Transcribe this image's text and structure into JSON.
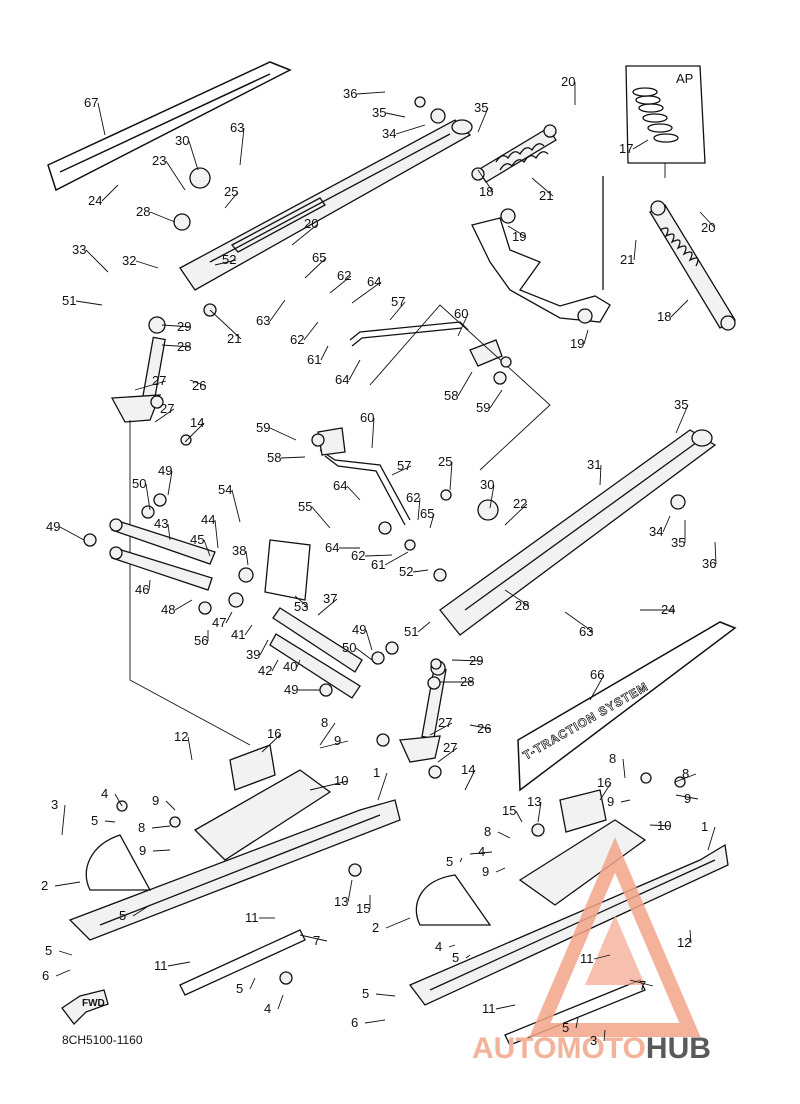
{
  "diagram": {
    "catalog_code": "8CH5100-1160",
    "inset_label": "AP",
    "decal_text": "T-TRACTION SYSTEM",
    "fwd_label": "FWD",
    "watermark": {
      "part1": "AUTO",
      "part2": "MOTO",
      "part3": "HUB"
    }
  },
  "callouts": [
    {
      "id": "c67",
      "text": "67"
    },
    {
      "id": "c30a",
      "text": "30"
    },
    {
      "id": "c63a",
      "text": "63"
    },
    {
      "id": "c23",
      "text": "23"
    },
    {
      "id": "c25a",
      "text": "25"
    },
    {
      "id": "c24a",
      "text": "24"
    },
    {
      "id": "c28a",
      "text": "28"
    },
    {
      "id": "c20a",
      "text": "20"
    },
    {
      "id": "c52a",
      "text": "52"
    },
    {
      "id": "c65a",
      "text": "65"
    },
    {
      "id": "c33",
      "text": "33"
    },
    {
      "id": "c32",
      "text": "32"
    },
    {
      "id": "c51a",
      "text": "51"
    },
    {
      "id": "c21a",
      "text": "21"
    },
    {
      "id": "c29a",
      "text": "29"
    },
    {
      "id": "c28b",
      "text": "28"
    },
    {
      "id": "c27a",
      "text": "27"
    },
    {
      "id": "c26a",
      "text": "26"
    },
    {
      "id": "c27b",
      "text": "27"
    },
    {
      "id": "c36a",
      "text": "36"
    },
    {
      "id": "c35a",
      "text": "35"
    },
    {
      "id": "c34a",
      "text": "34"
    },
    {
      "id": "c35b",
      "text": "35"
    },
    {
      "id": "c20b",
      "text": "20"
    },
    {
      "id": "c18a",
      "text": "18"
    },
    {
      "id": "c21b",
      "text": "21"
    },
    {
      "id": "c19a",
      "text": "19"
    },
    {
      "id": "c63b",
      "text": "63"
    },
    {
      "id": "c62a",
      "text": "62"
    },
    {
      "id": "c64a",
      "text": "64"
    },
    {
      "id": "c62b",
      "text": "62"
    },
    {
      "id": "c61a",
      "text": "61"
    },
    {
      "id": "c64b",
      "text": "64"
    },
    {
      "id": "c57a",
      "text": "57"
    },
    {
      "id": "c60a",
      "text": "60"
    },
    {
      "id": "c58a",
      "text": "58"
    },
    {
      "id": "c59a",
      "text": "59"
    },
    {
      "id": "c19b",
      "text": "19"
    },
    {
      "id": "c17",
      "text": "17"
    },
    {
      "id": "c20c",
      "text": "20"
    },
    {
      "id": "c21c",
      "text": "21"
    },
    {
      "id": "c18b",
      "text": "18"
    },
    {
      "id": "c14a",
      "text": "14"
    },
    {
      "id": "c35c",
      "text": "35"
    },
    {
      "id": "c59b",
      "text": "59"
    },
    {
      "id": "c60b",
      "text": "60"
    },
    {
      "id": "c58b",
      "text": "58"
    },
    {
      "id": "c57b",
      "text": "57"
    },
    {
      "id": "c25b",
      "text": "25"
    },
    {
      "id": "c31",
      "text": "31"
    },
    {
      "id": "c50a",
      "text": "50"
    },
    {
      "id": "c49a",
      "text": "49"
    },
    {
      "id": "c54",
      "text": "54"
    },
    {
      "id": "c64c",
      "text": "64"
    },
    {
      "id": "c30b",
      "text": "30"
    },
    {
      "id": "c22",
      "text": "22"
    },
    {
      "id": "c62c",
      "text": "62"
    },
    {
      "id": "c49b",
      "text": "49"
    },
    {
      "id": "c43",
      "text": "43"
    },
    {
      "id": "c44",
      "text": "44"
    },
    {
      "id": "c55",
      "text": "55"
    },
    {
      "id": "c65b",
      "text": "65"
    },
    {
      "id": "c34b",
      "text": "34"
    },
    {
      "id": "c35d",
      "text": "35"
    },
    {
      "id": "c45",
      "text": "45"
    },
    {
      "id": "c38",
      "text": "38"
    },
    {
      "id": "c64d",
      "text": "64"
    },
    {
      "id": "c62d",
      "text": "62"
    },
    {
      "id": "c61b",
      "text": "61"
    },
    {
      "id": "c36b",
      "text": "36"
    },
    {
      "id": "c52b",
      "text": "52"
    },
    {
      "id": "c46",
      "text": "46"
    },
    {
      "id": "c24b",
      "text": "24"
    },
    {
      "id": "c48",
      "text": "48"
    },
    {
      "id": "c28c",
      "text": "28"
    },
    {
      "id": "c53",
      "text": "53"
    },
    {
      "id": "c37",
      "text": "37"
    },
    {
      "id": "c63c",
      "text": "63"
    },
    {
      "id": "c47",
      "text": "47"
    },
    {
      "id": "c41",
      "text": "41"
    },
    {
      "id": "c51b",
      "text": "51"
    },
    {
      "id": "c56",
      "text": "56"
    },
    {
      "id": "c49c",
      "text": "49"
    },
    {
      "id": "c39",
      "text": "39"
    },
    {
      "id": "c50b",
      "text": "50"
    },
    {
      "id": "c29b",
      "text": "29"
    },
    {
      "id": "c42",
      "text": "42"
    },
    {
      "id": "c40",
      "text": "40"
    },
    {
      "id": "c28d",
      "text": "28"
    },
    {
      "id": "c66",
      "text": "66"
    },
    {
      "id": "c49d",
      "text": "49"
    },
    {
      "id": "c8a",
      "text": "8"
    },
    {
      "id": "c27c",
      "text": "27"
    },
    {
      "id": "c26b",
      "text": "26"
    },
    {
      "id": "c12a",
      "text": "12"
    },
    {
      "id": "c16a",
      "text": "16"
    },
    {
      "id": "c9a",
      "text": "9"
    },
    {
      "id": "c27d",
      "text": "27"
    },
    {
      "id": "c8b",
      "text": "8"
    },
    {
      "id": "c8c",
      "text": "8"
    },
    {
      "id": "c10a",
      "text": "10"
    },
    {
      "id": "c1a",
      "text": "1"
    },
    {
      "id": "c14b",
      "text": "14"
    },
    {
      "id": "c4a",
      "text": "4"
    },
    {
      "id": "c9b",
      "text": "9"
    },
    {
      "id": "c16b",
      "text": "16"
    },
    {
      "id": "c9c",
      "text": "9"
    },
    {
      "id": "c9d",
      "text": "9"
    },
    {
      "id": "c3a",
      "text": "3"
    },
    {
      "id": "c5a",
      "text": "5"
    },
    {
      "id": "c8d",
      "text": "8"
    },
    {
      "id": "c15a",
      "text": "15"
    },
    {
      "id": "c13a",
      "text": "13"
    },
    {
      "id": "c10b",
      "text": "10"
    },
    {
      "id": "c9e",
      "text": "9"
    },
    {
      "id": "c8e",
      "text": "8"
    },
    {
      "id": "c1b",
      "text": "1"
    },
    {
      "id": "c2a",
      "text": "2"
    },
    {
      "id": "c5b",
      "text": "5"
    },
    {
      "id": "c4b",
      "text": "4"
    },
    {
      "id": "c9f",
      "text": "9"
    },
    {
      "id": "c13b",
      "text": "13"
    },
    {
      "id": "c15b",
      "text": "15"
    },
    {
      "id": "c5c",
      "text": "5"
    },
    {
      "id": "c11a",
      "text": "11"
    },
    {
      "id": "c7a",
      "text": "7"
    },
    {
      "id": "c2b",
      "text": "2"
    },
    {
      "id": "c5d",
      "text": "5"
    },
    {
      "id": "c11b",
      "text": "11"
    },
    {
      "id": "c4c",
      "text": "4"
    },
    {
      "id": "c5e",
      "text": "5"
    },
    {
      "id": "c12b",
      "text": "12"
    },
    {
      "id": "c6a",
      "text": "6"
    },
    {
      "id": "c5f",
      "text": "5"
    },
    {
      "id": "c11c",
      "text": "11"
    },
    {
      "id": "c4d",
      "text": "4"
    },
    {
      "id": "c7b",
      "text": "7"
    },
    {
      "id": "c5g",
      "text": "5"
    },
    {
      "id": "c11d",
      "text": "11"
    },
    {
      "id": "c6b",
      "text": "6"
    },
    {
      "id": "c5h",
      "text": "5"
    },
    {
      "id": "c3b",
      "text": "3"
    }
  ]
}
